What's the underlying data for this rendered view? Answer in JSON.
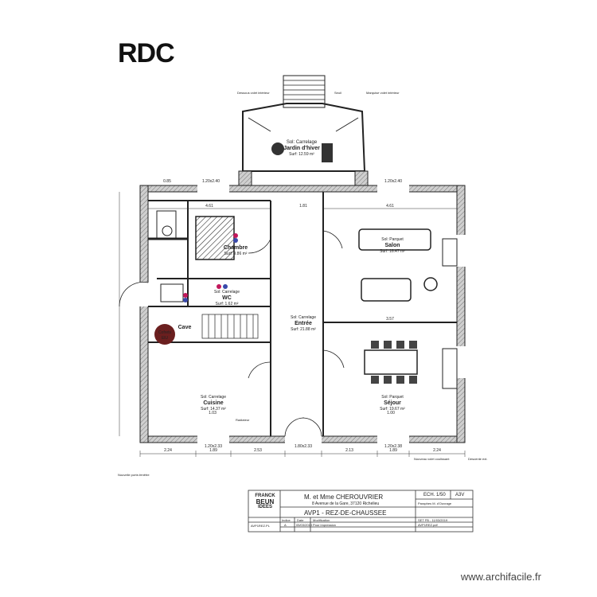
{
  "page": {
    "title": "RDC"
  },
  "rooms": {
    "jardin": {
      "name": "Jardin d'hiver",
      "type": "Sol: Carrelage",
      "area": "Surf: 12.59 m²"
    },
    "entree": {
      "name": "Entrée",
      "type": "Sol: Carrelage",
      "area": "Surf: 21.88 m²"
    },
    "salon": {
      "name": "Salon",
      "type": "Sol: Parquet",
      "area": "Surf: 16.47 m²"
    },
    "sejour": {
      "name": "Séjour",
      "type": "Sol: Parquet",
      "area": "Surf: 19.67 m²"
    },
    "cuisine": {
      "name": "Cuisine",
      "type": "Sol: Carrelage",
      "area": "Surf: 14.37 m²"
    },
    "chambre": {
      "name": "Chambre",
      "type": "",
      "area": "Surf: 9.86 m²"
    },
    "wc": {
      "name": "WC",
      "type": "Sol: Carrelage",
      "area": "Surf: 1.62 m²"
    },
    "cave": {
      "name": "Cave"
    }
  },
  "marker": {
    "label_line1": "Cofrets",
    "label_line2": "ElU"
  },
  "dimensions": {
    "top": [
      "1.20x2.40",
      "1.20x2.33",
      "1.20x2.40",
      "1.20x2.38"
    ],
    "bottom": [
      "2.24",
      "1.89",
      "2.53",
      "2.13",
      "1.89",
      "2.24"
    ],
    "inner_top": [
      "4.61",
      "1.81",
      "4.61"
    ],
    "misc": [
      "0.85",
      "3.57",
      "1.03",
      "1.00",
      "1.80x2.33"
    ]
  },
  "annotations": {
    "top_left": "Dessous volet intérieur",
    "top_mid": "Seuil",
    "top_right": "Marquise volet intérieur",
    "bottom_left": "Nouvelle porte-fenêtre",
    "bottom_right_1": "Nouveau volet coulissant",
    "bottom_right_2": "Descente ext.",
    "radiateur": "Radiateur"
  },
  "titleblock": {
    "logo": [
      "FRANCK",
      "BEUN",
      "IDEES"
    ],
    "client": "M. et Mme CHEROUVRIER",
    "address": "8 Avenue de la Gare, 37120 Richelieu",
    "scale": "ECH. 1/50",
    "format": "A3V",
    "partner": "Paraphes M. d'Ouvrage",
    "drawing": "AVP1 - REZ-DE-CHAUSSEE",
    "ref": "AVP1REZ.PL",
    "indice_label": "Indice",
    "date_label": "Date",
    "modif_label": "Modification",
    "indice": "A",
    "date": "05/03/2019",
    "modif": "Pour impression",
    "file": "AVP1REZ.pdf",
    "sheet": "SET FB - 11/03/2019"
  },
  "watermark": "www.archifacile.fr"
}
